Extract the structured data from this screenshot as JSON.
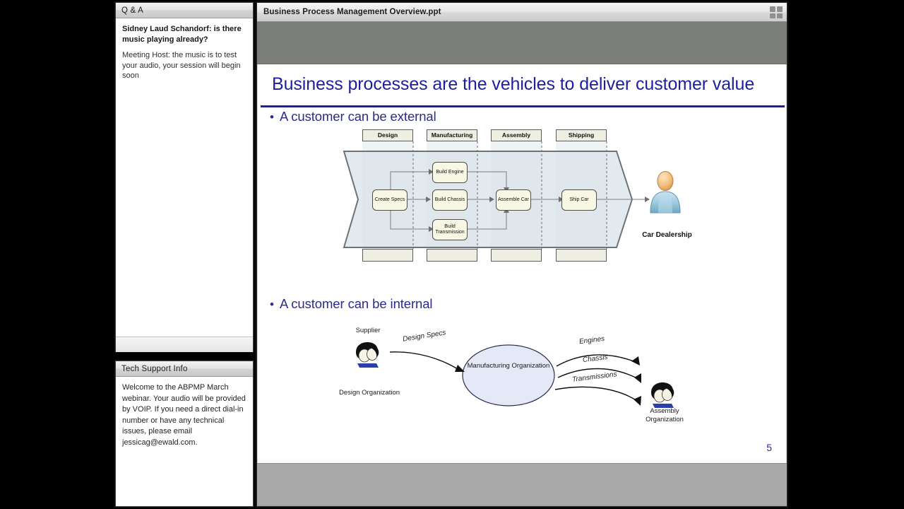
{
  "sidebar": {
    "qa_panel": {
      "title": "Q & A",
      "messages": [
        {
          "text": "Sidney Laud Schandorf: is there music playing already?",
          "style": "bold"
        },
        {
          "text": "Meeting Host: the music is to test your audio, your session will begin soon",
          "style": "plain"
        }
      ]
    },
    "tech_support_panel": {
      "title": "Tech Support Info",
      "body": "Welcome to the ABPMP March webinar.  Your audio will be provided by VOIP.  If you need a direct dial-in number or have any technical issues, please email jessicag@ewald.com."
    }
  },
  "viewer": {
    "title": "Business Process Management Overview.ppt",
    "fullscreen_icon": "expand-fullscreen-icon"
  },
  "slide": {
    "title": "Business processes are the vehicles to deliver customer value",
    "page_number": "5",
    "bullets": [
      {
        "marker": "•",
        "text": "A customer can be external"
      },
      {
        "marker": "•",
        "text": "A customer can be internal"
      }
    ],
    "diagram_external": {
      "lanes": [
        "Design",
        "Manufacturing",
        "Assembly",
        "Shipping"
      ],
      "process_boxes": [
        {
          "label": "Create Specs"
        },
        {
          "label": "Build Engine"
        },
        {
          "label": "Build Chassis"
        },
        {
          "label": "Build Transmission"
        },
        {
          "label": "Assemble Car"
        },
        {
          "label": "Ship Car"
        }
      ],
      "customer": "Car Dealership"
    },
    "diagram_internal": {
      "supplier_caption": "Supplier",
      "supplier_name": "Design Organization",
      "center_node": "Manufacturing Organization",
      "customer_name": "Assembly Organization",
      "input_flow": "Design Specs",
      "output_flows": [
        "Engines",
        "Chassis",
        "Transmissions"
      ]
    }
  },
  "colors": {
    "title_navy": "#1d1f9e",
    "bullet_navy": "#2b2b8f",
    "lane_fill": "#eeeee2",
    "box_fill": "#f7f7e4",
    "chevron_fill": "#dfe7ec",
    "ellipse_fill": "#e4e8f7"
  }
}
